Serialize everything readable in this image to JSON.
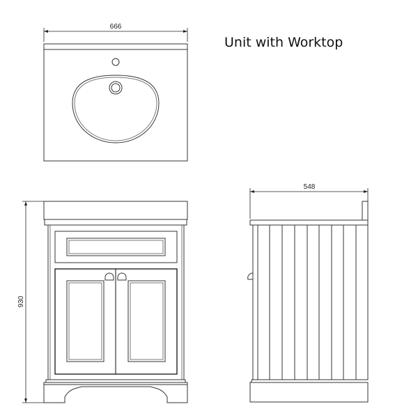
{
  "title": "Unit with Worktop",
  "dimensions": {
    "width": "666",
    "depth": "548",
    "height": "930"
  }
}
